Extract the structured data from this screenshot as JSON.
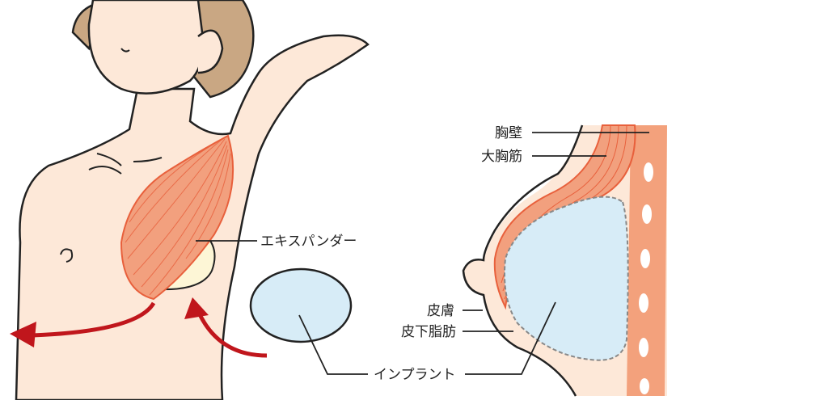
{
  "labels": {
    "chest_wall": "胸壁",
    "pectoralis_major": "大胸筋",
    "expander": "エキスパンダー",
    "skin": "皮膚",
    "subcutaneous_fat": "皮下脂肪",
    "implant": "インプラント"
  },
  "colors": {
    "skin": "#fde8d8",
    "hair": "#c9a783",
    "muscle": "#f2a07e",
    "muscle_line": "#e8603c",
    "expander": "#fdf6d6",
    "implant": "#d7ecf7",
    "chest_wall": "#f3a17c",
    "arrow": "#c0161c"
  }
}
